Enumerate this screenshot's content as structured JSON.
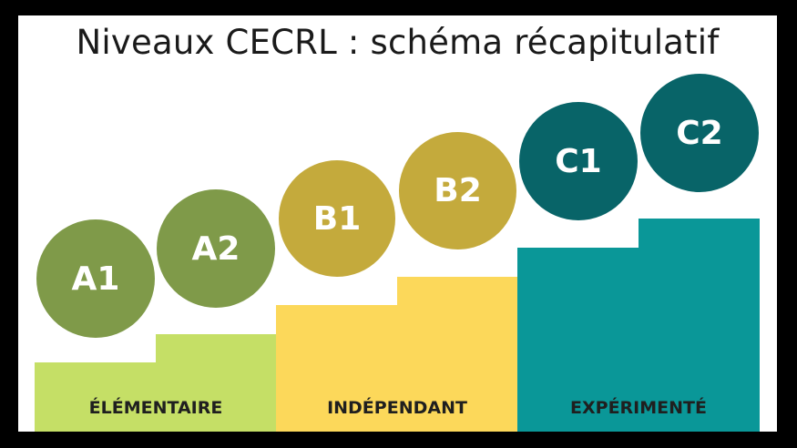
{
  "title": "Niveaux CECRL : schéma récapitulatif",
  "levels": [
    {
      "code": "A1",
      "group": "ÉLÉMENTAIRE",
      "rank": 1
    },
    {
      "code": "A2",
      "group": "ÉLÉMENTAIRE",
      "rank": 2
    },
    {
      "code": "B1",
      "group": "INDÉPENDANT",
      "rank": 3
    },
    {
      "code": "B2",
      "group": "INDÉPENDANT",
      "rank": 4
    },
    {
      "code": "C1",
      "group": "EXPÉRIMENTÉ",
      "rank": 5
    },
    {
      "code": "C2",
      "group": "EXPÉRIMENTÉ",
      "rank": 6
    }
  ],
  "groups": [
    {
      "label": "ÉLÉMENTAIRE",
      "bar_color": "#c5df66",
      "circle_color": "#7f9a49"
    },
    {
      "label": "INDÉPENDANT",
      "bar_color": "#fcd85a",
      "circle_color": "#c4aa3c"
    },
    {
      "label": "EXPÉRIMENTÉ",
      "bar_color": "#0a9798",
      "circle_color": "#086468"
    }
  ]
}
